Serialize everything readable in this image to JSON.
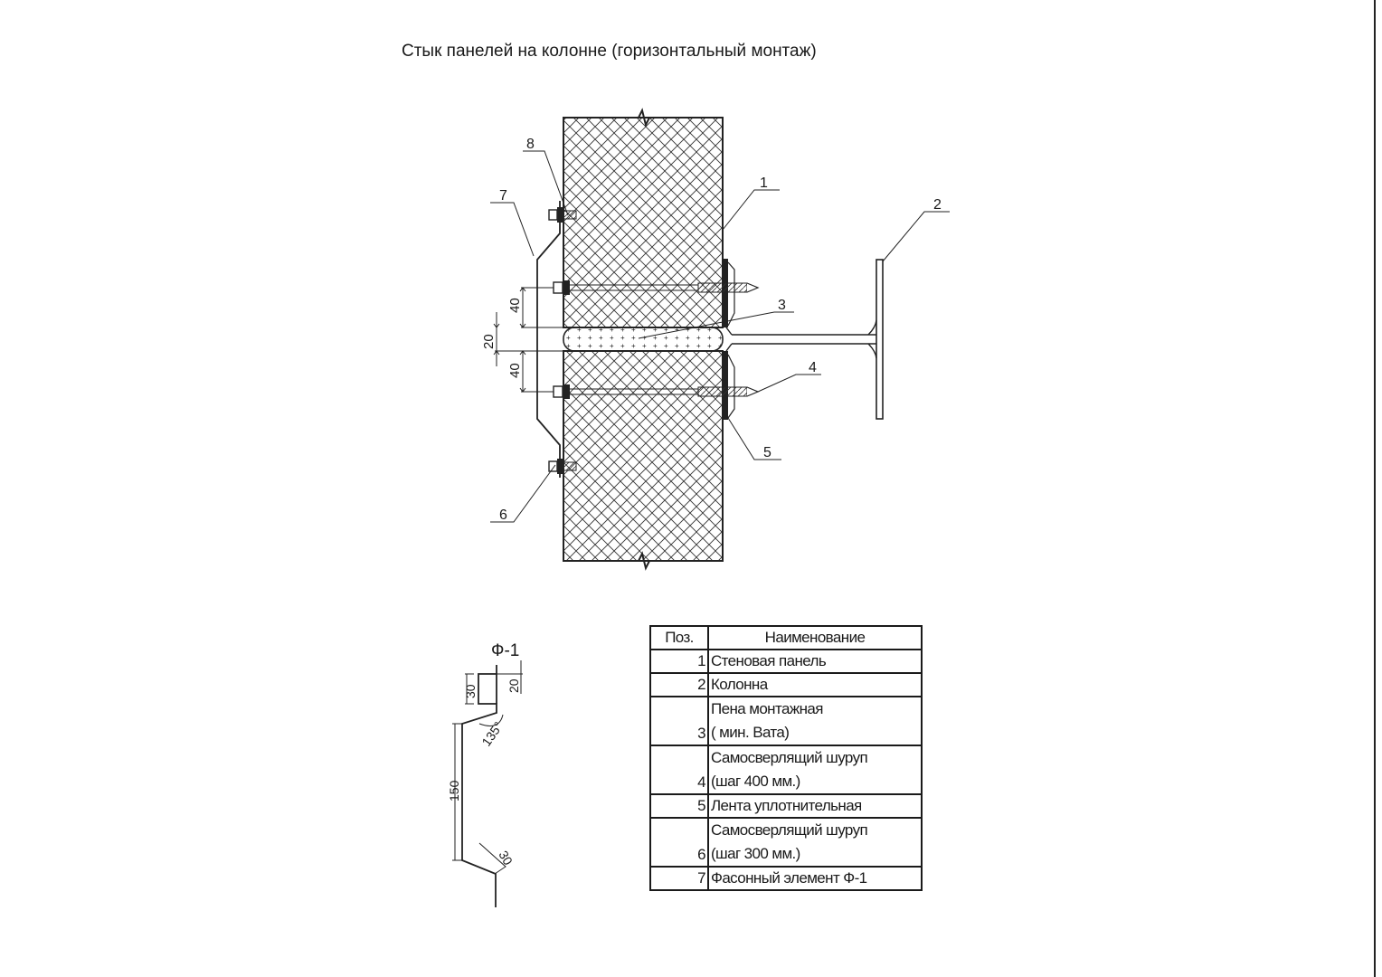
{
  "title": "Стык панелей на колонне (горизонтальный монтаж)",
  "callouts": [
    "1",
    "2",
    "3",
    "4",
    "5",
    "6",
    "7",
    "8"
  ],
  "dimensions": {
    "gap_top": "40",
    "gap_joint": "20",
    "gap_bottom": "40"
  },
  "profile": {
    "label": "Ф-1",
    "dim_top_left": "30",
    "dim_top_right": "20",
    "dim_angle": "135°",
    "dim_height": "150",
    "dim_bottom": "30"
  },
  "spec_table": {
    "header_pos": "Поз.",
    "header_name": "Наименование",
    "rows": [
      {
        "pos": "1",
        "lines": [
          "Стеновая панель"
        ]
      },
      {
        "pos": "2",
        "lines": [
          "Колонна"
        ]
      },
      {
        "pos": "3",
        "lines": [
          "Пена монтажная",
          "( мин. Вата)"
        ]
      },
      {
        "pos": "4",
        "lines": [
          "Самосверлящий шуруп",
          "(шаг 400 мм.)"
        ]
      },
      {
        "pos": "5",
        "lines": [
          "Лента уплотнительная"
        ]
      },
      {
        "pos": "6",
        "lines": [
          "Самосверлящий шуруп",
          "(шаг 300 мм.)"
        ]
      },
      {
        "pos": "7",
        "lines": [
          "Фасонный элемент Ф-1"
        ]
      }
    ]
  }
}
